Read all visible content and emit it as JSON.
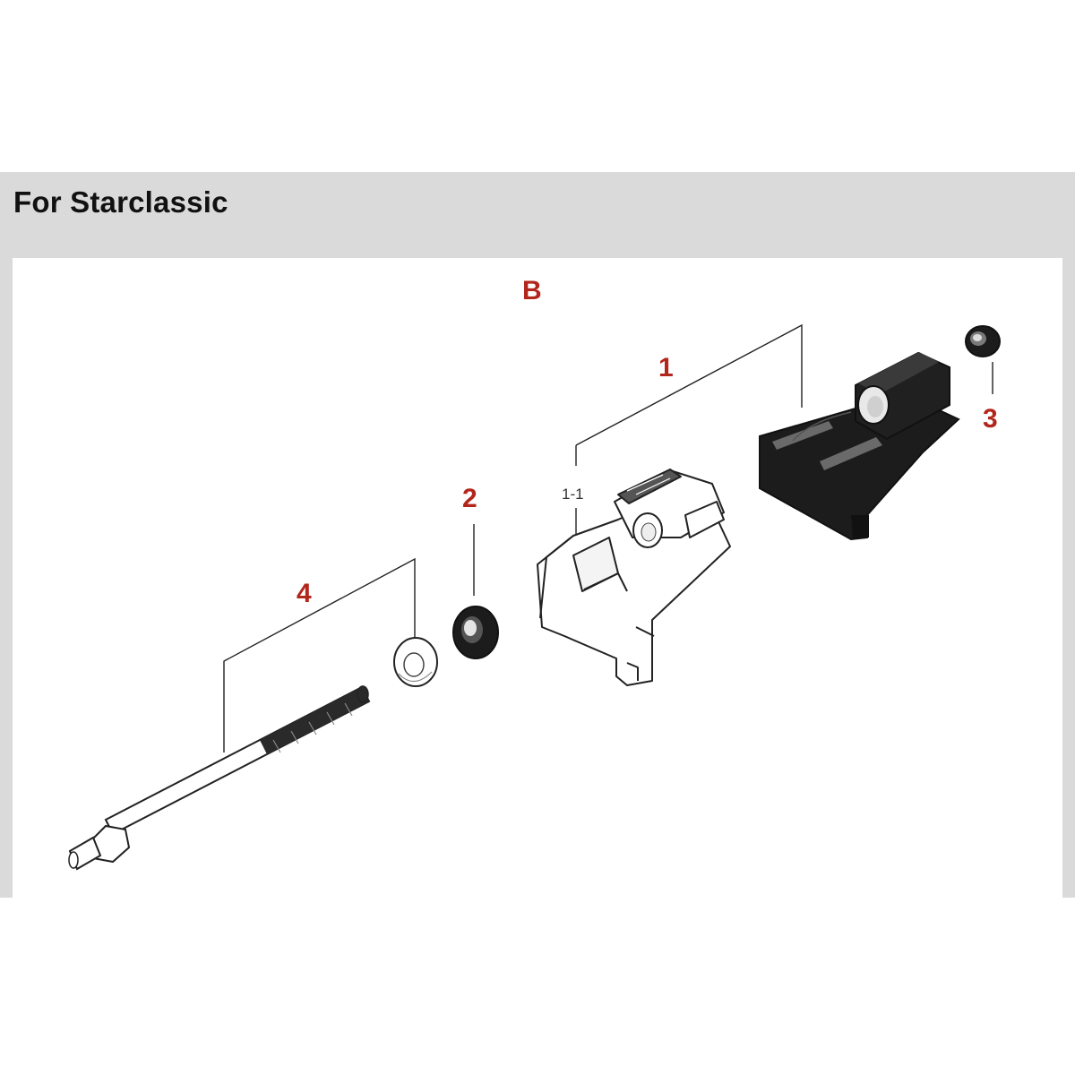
{
  "header": {
    "title": "For Starclassic"
  },
  "diagram": {
    "view_label": "B",
    "callouts": {
      "part_1": "1",
      "part_1_1": "1-1",
      "part_2": "2",
      "part_3": "3",
      "part_4": "4"
    },
    "colors": {
      "callout": "#b2261c",
      "header_band": "#dadada",
      "part_dark": "#1c1c1c",
      "part_light": "#ffffff"
    }
  }
}
